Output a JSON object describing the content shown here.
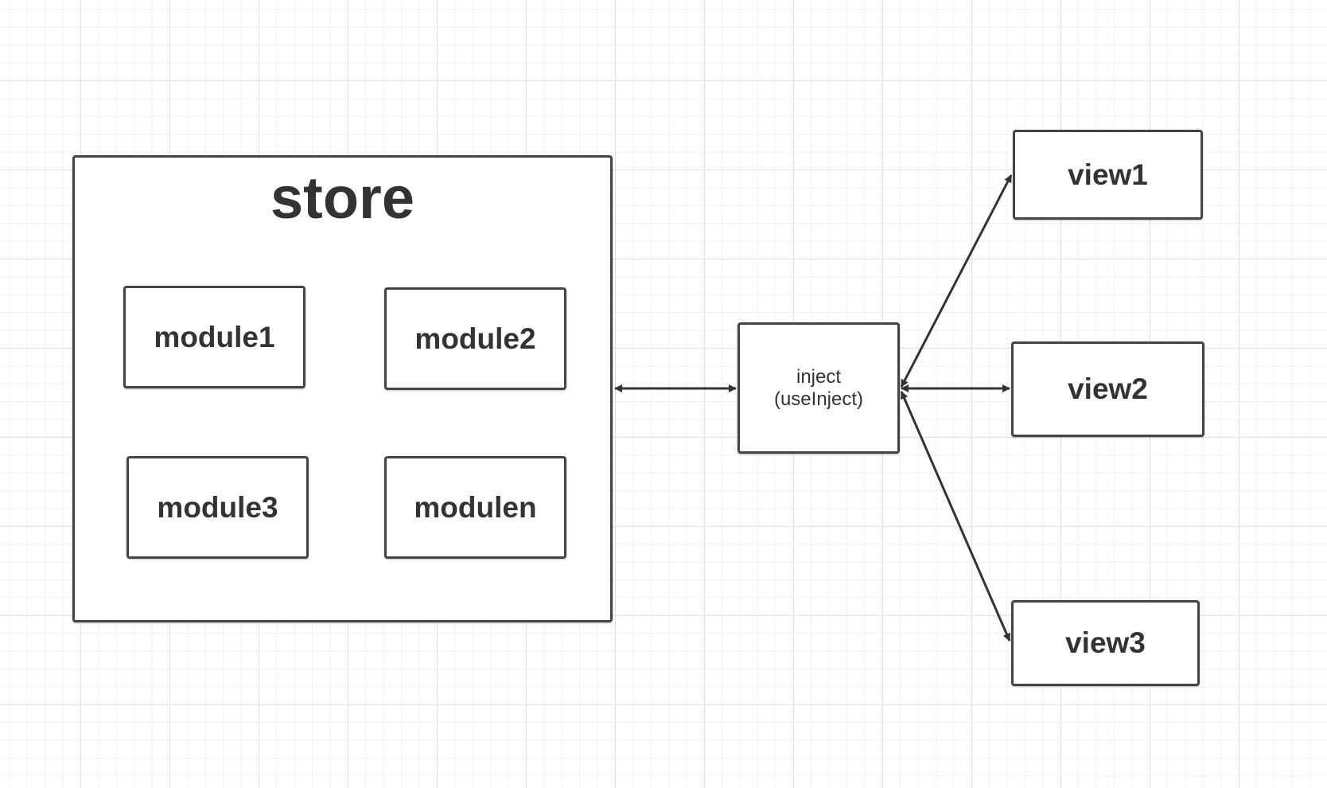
{
  "diagram": {
    "store": {
      "title": "store",
      "modules": [
        "module1",
        "module2",
        "module3",
        "modulen"
      ]
    },
    "inject": {
      "line1": "inject",
      "line2": "(useInject)"
    },
    "views": [
      "view1",
      "view2",
      "view3"
    ]
  },
  "colors": {
    "stroke": "#444444",
    "text": "#333333",
    "grid_major": "#e2e2e2",
    "grid_minor": "#f1f1f1",
    "background": "#ffffff"
  },
  "connectors": [
    {
      "from": "store",
      "to": "inject",
      "arrows": "both"
    },
    {
      "from": "inject",
      "to": "view1",
      "arrows": "both"
    },
    {
      "from": "inject",
      "to": "view2",
      "arrows": "both"
    },
    {
      "from": "inject",
      "to": "view3",
      "arrows": "both"
    }
  ]
}
